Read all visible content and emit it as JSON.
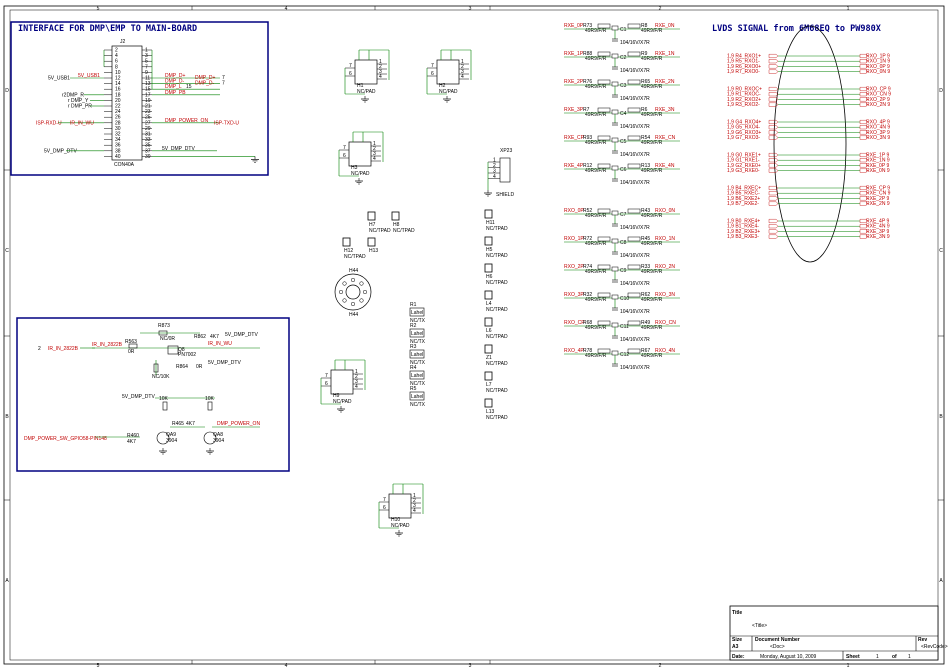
{
  "frame": {
    "cols": [
      "5",
      "4",
      "3",
      "2",
      "1"
    ],
    "rows": [
      "D",
      "C",
      "B",
      "A"
    ]
  },
  "blocks": {
    "interface_title": "INTERFACE FOR DMP\\EMP TO MAIN-BOARD",
    "lvds_title": "LVDS SIGNAL from 6M68EQ to PW980X"
  },
  "connector": {
    "ref": "J2",
    "part": "CON40A",
    "left_pins": [
      "2",
      "4",
      "6",
      "8",
      "10",
      "12",
      "14",
      "16",
      "18",
      "20",
      "22",
      "24",
      "26",
      "28",
      "30",
      "32",
      "34",
      "36",
      "38",
      "40"
    ],
    "right_pins": [
      "1",
      "3",
      "5",
      "7",
      "9",
      "11",
      "13",
      "15",
      "17",
      "19",
      "21",
      "23",
      "25",
      "27",
      "29",
      "31",
      "33",
      "35",
      "37",
      "39"
    ],
    "left_nets": [
      "5V_USB1",
      "r2DMP_R",
      "r DMP_Y",
      "r DMP_PR",
      "ISP-RXD-U",
      "5V_DMP_DTV"
    ],
    "left_labels": [
      "5V_USB1",
      "IR_IN_WU"
    ],
    "right_nets": [
      "DMP_D+",
      "DMP_D-",
      "DMP_L",
      "DMP_PB",
      "DMP_POWER_ON",
      "ISP-TXD-U",
      "5V_DMP_DTV"
    ],
    "right_ports": [
      "DMP_D+",
      "DMP_D-",
      "7",
      "7",
      "15"
    ]
  },
  "ir_block": {
    "labels": [
      "IR_IN_2822B",
      "IR_IN_WU",
      "DMP_POWER_SW_GPIO58-PIN148",
      "DMP_POWER_ON",
      "5V_DMP_DTV",
      "5V_DMP_DTV",
      "5V_DMP_DTV"
    ],
    "parts": [
      "R873",
      "NC/0R",
      "R563",
      "0R",
      "R862",
      "4K7",
      "R864",
      "0R",
      "Q8",
      "PN7002",
      "R465",
      "4K7",
      "R460",
      "4K7",
      "QA9",
      "3904",
      "QA8",
      "3904",
      "10K",
      "10K",
      "NC/10K"
    ],
    "left_port": "2",
    "left_port_label": "IR_IN_2822B"
  },
  "mounts": [
    {
      "ref": "H1",
      "part": "NC/PAD"
    },
    {
      "ref": "H2",
      "part": "NC/PAD"
    },
    {
      "ref": "H3",
      "part": "NC/PAD"
    },
    {
      "ref": "H9",
      "part": "NC/PAD"
    },
    {
      "ref": "H10",
      "part": "NC/PAD"
    },
    {
      "ref": "H44",
      "part": ""
    },
    {
      "ref": "H7",
      "part": "NC/TPAD"
    },
    {
      "ref": "H8",
      "part": "NC/TPAD"
    },
    {
      "ref": "H12",
      "part": "NC/TPAD"
    },
    {
      "ref": "H13",
      "part": ""
    }
  ],
  "tpads": [
    {
      "ref": "H11",
      "part": "NC/TPAD"
    },
    {
      "ref": "H5",
      "part": "NC/TPAD"
    },
    {
      "ref": "H6",
      "part": "NC/TPAD"
    },
    {
      "ref": "L4",
      "part": "NC/TPAD"
    },
    {
      "ref": "L6",
      "part": "NC/TPAD"
    },
    {
      "ref": "Z1",
      "part": "NC/TPAD"
    },
    {
      "ref": "L7",
      "part": "NC/TPAD"
    },
    {
      "ref": "L13",
      "part": "NC/TPAD"
    }
  ],
  "labels_col": [
    {
      "ref": "R1",
      "part": "NC/TX"
    },
    {
      "ref": "R2",
      "part": "NC/TX"
    },
    {
      "ref": "R3",
      "part": "NC/TX"
    },
    {
      "ref": "R4",
      "part": "NC/TX"
    },
    {
      "ref": "R5",
      "part": "NC/TX"
    }
  ],
  "label_text": "Lahel",
  "shield": {
    "ref": "XP23",
    "pins": [
      "1",
      "2",
      "3",
      "4"
    ],
    "label": "SHIELD"
  },
  "pad_pins": [
    "1",
    "2",
    "3",
    "4",
    "5",
    "6",
    "7",
    "8"
  ],
  "lvds_resistors": [
    {
      "in": "RXE_0P",
      "ref": "R73",
      "val": "49R9/F/R",
      "out": "RXE_0N",
      "ref2": "R8",
      "val2": "49R9/F/R",
      "cap": "C1",
      "cval": "104/16V/X7R"
    },
    {
      "in": "RXE_1P",
      "ref": "R88",
      "val": "49R9/F/R",
      "out": "RXE_1N",
      "ref2": "R9",
      "val2": "49R9/F/R",
      "cap": "C2",
      "cval": "104/16V/X7R"
    },
    {
      "in": "RXE_2P",
      "ref": "R76",
      "val": "49R9/F/R",
      "out": "RXE_2N",
      "ref2": "R65",
      "val2": "49R9/F/R",
      "cap": "C3",
      "cval": "104/16V/X7R"
    },
    {
      "in": "RXE_3P",
      "ref": "R7",
      "val": "49R9/F/R",
      "out": "RXE_3N",
      "ref2": "R6",
      "val2": "49R9/F/R",
      "cap": "C4",
      "cval": "104/16V/X7R"
    },
    {
      "in": "RXE_CP",
      "ref": "R93",
      "val": "49R9/F/R",
      "out": "RXE_CN",
      "ref2": "R54",
      "val2": "49R9/F/R",
      "cap": "C5",
      "cval": "104/16V/X7R"
    },
    {
      "in": "RXE_4P",
      "ref": "R12",
      "val": "49R9/F/R",
      "out": "RXE_4N",
      "ref2": "R13",
      "val2": "49R9/F/R",
      "cap": "C6",
      "cval": "104/16V/X7R"
    },
    {
      "in": "RXO_0P",
      "ref": "R52",
      "val": "49R9/F/R",
      "out": "RXO_0N",
      "ref2": "R43",
      "val2": "49R9/F/R",
      "cap": "C7",
      "cval": "104/16V/X7R"
    },
    {
      "in": "RXO_1P",
      "ref": "R72",
      "val": "49R9/F/R",
      "out": "RXO_1N",
      "ref2": "R45",
      "val2": "49R9/F/R",
      "cap": "C8",
      "cval": "104/16V/X7R"
    },
    {
      "in": "RXO_2P",
      "ref": "R74",
      "val": "49R9/F/R",
      "out": "RXO_2N",
      "ref2": "R33",
      "val2": "49R9/F/R",
      "cap": "C9",
      "cval": "104/16V/X7R"
    },
    {
      "in": "RXO_3P",
      "ref": "R32",
      "val": "49R9/F/R",
      "out": "RXO_3N",
      "ref2": "R62",
      "val2": "49R9/F/R",
      "cap": "C10",
      "cval": "104/16V/X7R"
    },
    {
      "in": "RXO_CP",
      "ref": "R68",
      "val": "49R9/F/R",
      "out": "RXO_CN",
      "ref2": "R49",
      "val2": "49R9/F/R",
      "cap": "C11",
      "cval": "104/16V/X7R"
    },
    {
      "in": "RXO_4P",
      "ref": "R78",
      "val": "49R9/F/R",
      "out": "RXO_4N",
      "ref2": "R67",
      "val2": "49R9/F/R",
      "cap": "C12",
      "cval": "104/16V/X7R"
    }
  ],
  "lvds_map": {
    "groups": [
      {
        "left": [
          "1,9 R4_RXO1+",
          "1,9 R5_RXO1-",
          "1,9 R6_RXO0+",
          "1,9 R7_RXO0-"
        ],
        "right": [
          "RXO_1P 9",
          "RXO_1N 9",
          "RXO_0P 9",
          "RXO_0N 9"
        ]
      },
      {
        "left": [
          "1,9 R0_RXOC+",
          "1,9 R1_RXOC-",
          "1,9 R2_RXO2+",
          "1,9 R3_RXO2-"
        ],
        "right": [
          "RXO_CP 9",
          "RXO_CN 9",
          "RXO_2P 9",
          "RXO_2N 9"
        ]
      },
      {
        "left": [
          "1,9 G4_RXO4+",
          "1,9 G5_RXO4-",
          "1,9 G6_RXO3+",
          "1,9 G7_RXO3-"
        ],
        "right": [
          "RXO_4P 9",
          "RXO_4N 9",
          "RXO_3P 9",
          "RXO_3N 9"
        ]
      },
      {
        "left": [
          "1,9 G0_RXE1+",
          "1,9 G1_RXE1-",
          "1,9 G2_RXE0+",
          "1,9 G3_RXE0-"
        ],
        "right": [
          "RXE_1P 9",
          "RXE_1N 9",
          "RXE_0P 9",
          "RXE_0N 9"
        ]
      },
      {
        "left": [
          "1,9 B4_RXEC+",
          "1,9 B5_RXEC-",
          "1,9 B6_RXE2+",
          "1,9 B7_RXE2-"
        ],
        "right": [
          "RXE_CP 9",
          "RXE_CN 9",
          "RXE_2P 9",
          "RXE_2N 9"
        ]
      },
      {
        "left": [
          "1,9 B0_RXE4+",
          "1,9 B1_RXE4-",
          "1,9 B2_RXE3+",
          "1,9 B3_RXE3-"
        ],
        "right": [
          "RXE_4P 9",
          "RXE_4N 9",
          "RXE_3P 9",
          "RXE_3N 9"
        ]
      }
    ]
  },
  "title_block": {
    "title_label": "Title",
    "title_value": "<Title>",
    "size_label": "Size",
    "size_value": "A3",
    "docnum_label": "Document Number",
    "docnum_value": "<Doc>",
    "rev_label": "Rev",
    "rev_value": "<RevCode>",
    "date_label": "Date:",
    "date_value": "Monday, August 10, 2009",
    "sheet_label": "Sheet",
    "sheet_value": "1",
    "of_label": "of",
    "of_value": "1"
  },
  "colors": {
    "wire": "#008000",
    "net": "#c00000",
    "frame": "#000080",
    "part": "#000000"
  }
}
